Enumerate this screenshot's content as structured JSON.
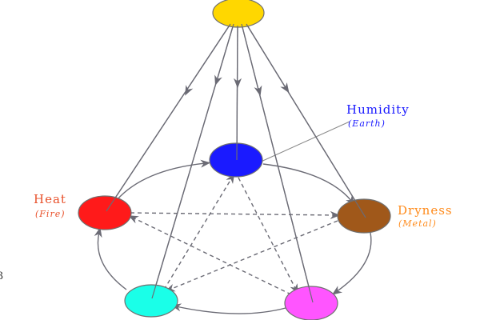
{
  "nodes": {
    "top": {
      "color": "#ffd700"
    },
    "humidity": {
      "label": "Humidity",
      "element": "(Earth)",
      "color": "#1a1aff",
      "text_color": "#1a1aff"
    },
    "heat": {
      "label": "Heat",
      "element": "(Fire)",
      "color": "#ff1a1a",
      "text_color": "#e8502a"
    },
    "dryness": {
      "label": "Dryness",
      "element": "(Metal)",
      "color": "#a0581a",
      "text_color": "#ff8a1a"
    },
    "bottom_left": {
      "color": "#1affe8"
    },
    "bottom_right": {
      "color": "#ff55ff"
    }
  },
  "edge_label": "3"
}
